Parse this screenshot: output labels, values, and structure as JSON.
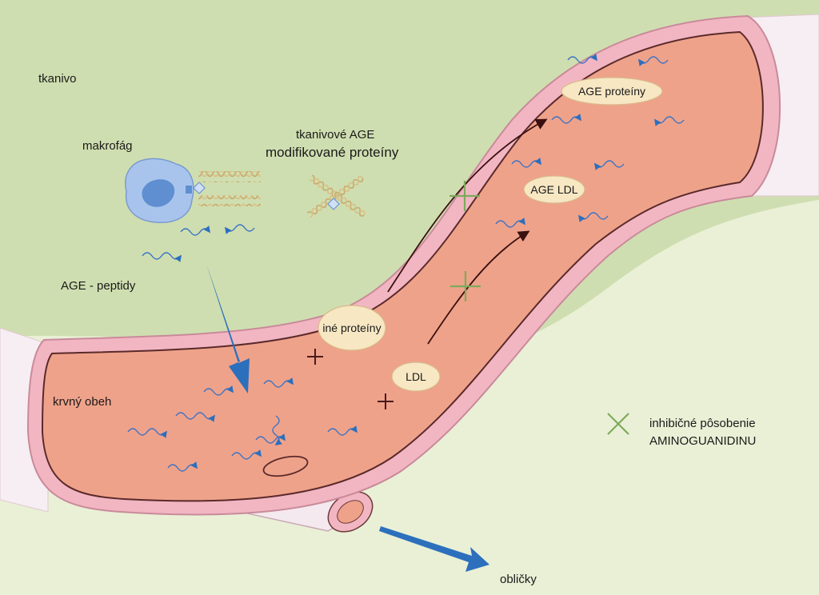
{
  "labels": {
    "tissue": "tkanivo",
    "macrophage": "makrofág",
    "tissue_age_line1": "tkanivové AGE",
    "tissue_age_line2": "modifikované proteíny",
    "age_peptides": "AGE - peptidy",
    "circulation": "krvný obeh",
    "other_proteins": "iné proteíny",
    "ldl": "LDL",
    "age_ldl": "AGE LDL",
    "age_proteins": "AGE proteíny",
    "legend_line1": "inhibičné pôsobenie",
    "legend_line2": "AMINOGUANIDINU",
    "kidneys": "obličky"
  },
  "colors": {
    "tissue_bg": "#cfdeb0",
    "lower_bg": "#e9f0d6",
    "vessel_wall": "#f2b6c3",
    "vessel_lumen": "#efa28a",
    "vessel_outline": "#5a2a2a",
    "oval_fill": "#f7e7c3",
    "arrow_blue": "#2c6fbd",
    "inhibit_green": "#7daa5c",
    "plus_dark": "#4a1a1a",
    "macrophage": "#a9c4ec",
    "nucleus": "#5f8fd0"
  }
}
